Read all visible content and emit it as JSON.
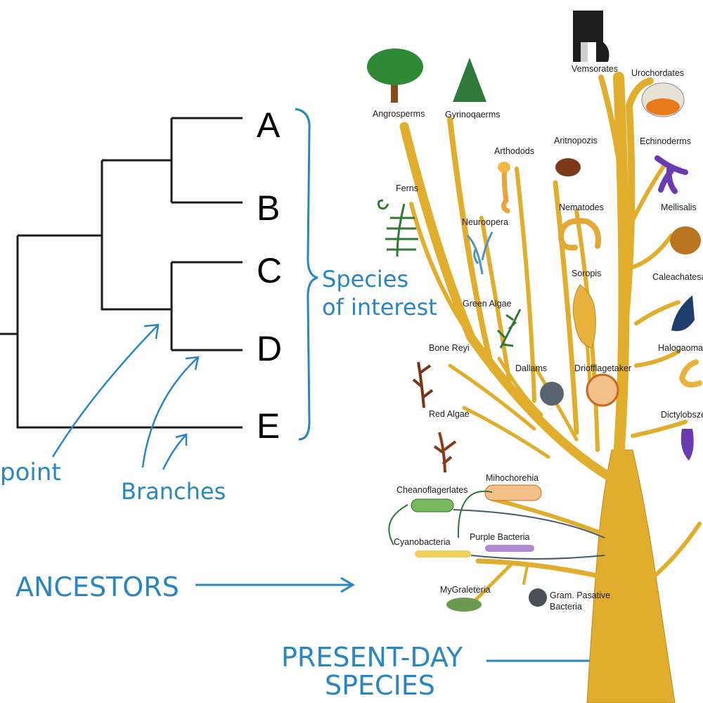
{
  "cladogram": {
    "leaves": [
      "A",
      "B",
      "C",
      "D",
      "E"
    ],
    "species_label": [
      "Species",
      "of interest"
    ],
    "branch_point_label": "point",
    "branches_label": "Branches"
  },
  "annotations": {
    "ancestors": "ANCESTORS",
    "present_day": [
      "PRESENT-DAY",
      "SPECIES"
    ]
  },
  "tree_labels": {
    "vemsorates": "Vemsorates",
    "urochordates": "Urochordates",
    "angrosperms": "Angrosperms",
    "gyrinoqaerms": "Gyrinoqaerms",
    "arthodods": "Arthodods",
    "aritnopozis": "Aritnopozis",
    "echinoderms": "Echinoderms",
    "ferns": "Ferns",
    "nematodes": "Nematodes",
    "mellisalis": "Mellisalis",
    "neuroopera": "Neuroopera",
    "soropis": "Soropis",
    "caleachatesa": "Caleachatesa",
    "green_algae": "Green Algae",
    "bone_reyi": "Bone Reyi",
    "halogaoma": "Halogaoma",
    "dallams": "Dallams",
    "driofflagetaker": "Driofflagetaker",
    "red_algae": "Red Algae",
    "dictylobsze": "Dictylobsze",
    "cheanoflagerlates": "Cheanoflagerlates",
    "mihochorehia": "Mihochorehia",
    "cyanobacteria": "Cyanobacteria",
    "purple_bacteria": "Purple Bacteria",
    "mygraleteria": "MyGraleteria",
    "gram_positive": [
      "Gram. Pasative",
      "Bacteria"
    ]
  },
  "colors": {
    "trunk": "#e0ae2c",
    "annotation": "#2a86bf",
    "line": "#1b1b1b"
  }
}
